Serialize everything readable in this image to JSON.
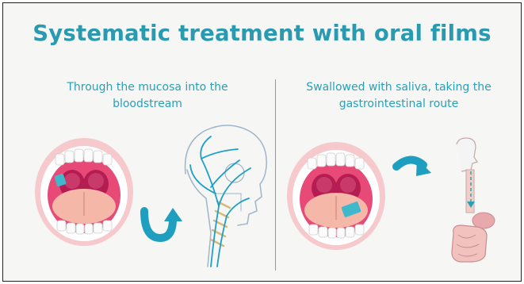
{
  "title": "Systematic treatment with oral films",
  "left_caption": "Through the mucosa into the bloodstream",
  "right_caption": "Swallowed with saliva, taking the gastrointestinal route",
  "icons": {
    "left_mouth": "open-mouth-with-film-icon",
    "up_arrow": "curved-up-arrow-icon",
    "head": "head-vessels-icon",
    "right_mouth": "open-mouth-with-film-icon",
    "right_arrow": "curved-right-arrow-icon",
    "digestive": "digestive-tract-icon"
  },
  "colors": {
    "title": "#2a9ab0",
    "caption": "#2aa0b5",
    "divider": "#e17e5c",
    "film": "#3fb8cc",
    "arrow": "#1f9fbf"
  }
}
